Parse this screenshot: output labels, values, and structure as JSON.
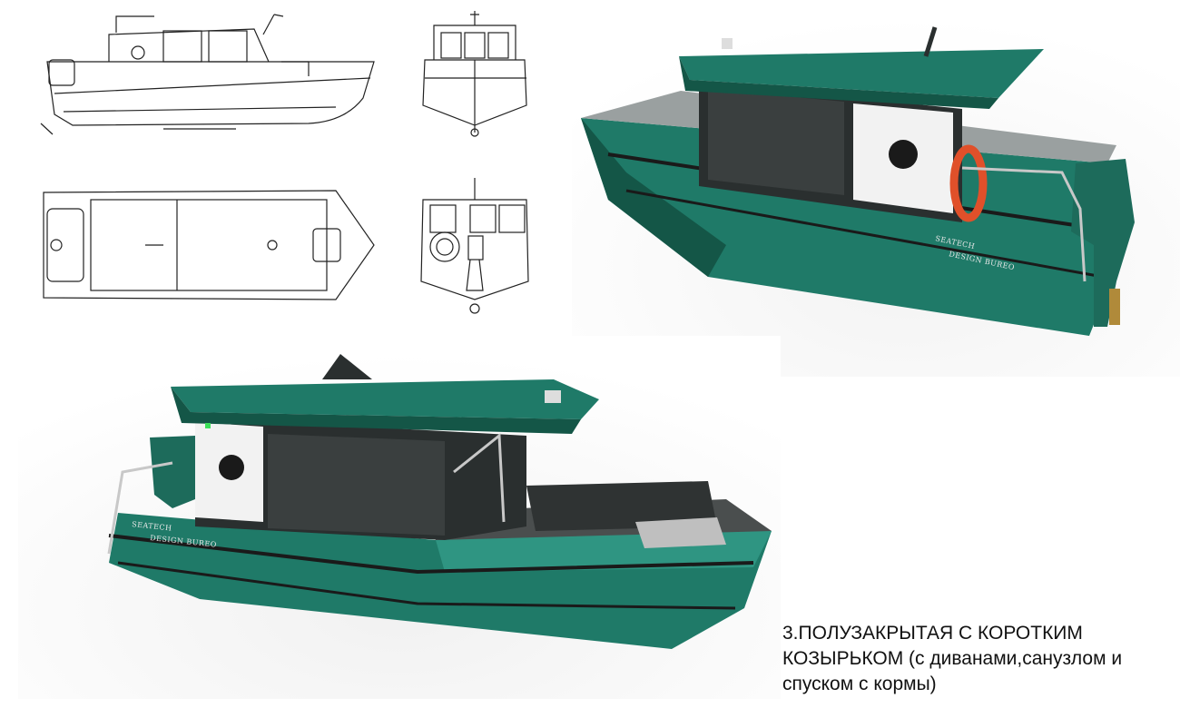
{
  "colors": {
    "hull": "#1f7a68",
    "hull_dark": "#145647",
    "hull_light": "#2f9582",
    "cabin_white": "#f2f2f2",
    "glass": "#3a3f3f",
    "chine": "#1a1a1a",
    "line_drawing": "#222222",
    "buoy": "#e0502a"
  },
  "hull_marking": {
    "line1": "SEATECH",
    "line2": "DESIGN BUREO"
  },
  "caption": {
    "line1": "3.ПОЛУЗАКРЫТАЯ С КОРОТКИМ",
    "line2": "КОЗЫРЬКОМ (с диванами,санузлом и",
    "line3": "спуском с кормы)"
  }
}
